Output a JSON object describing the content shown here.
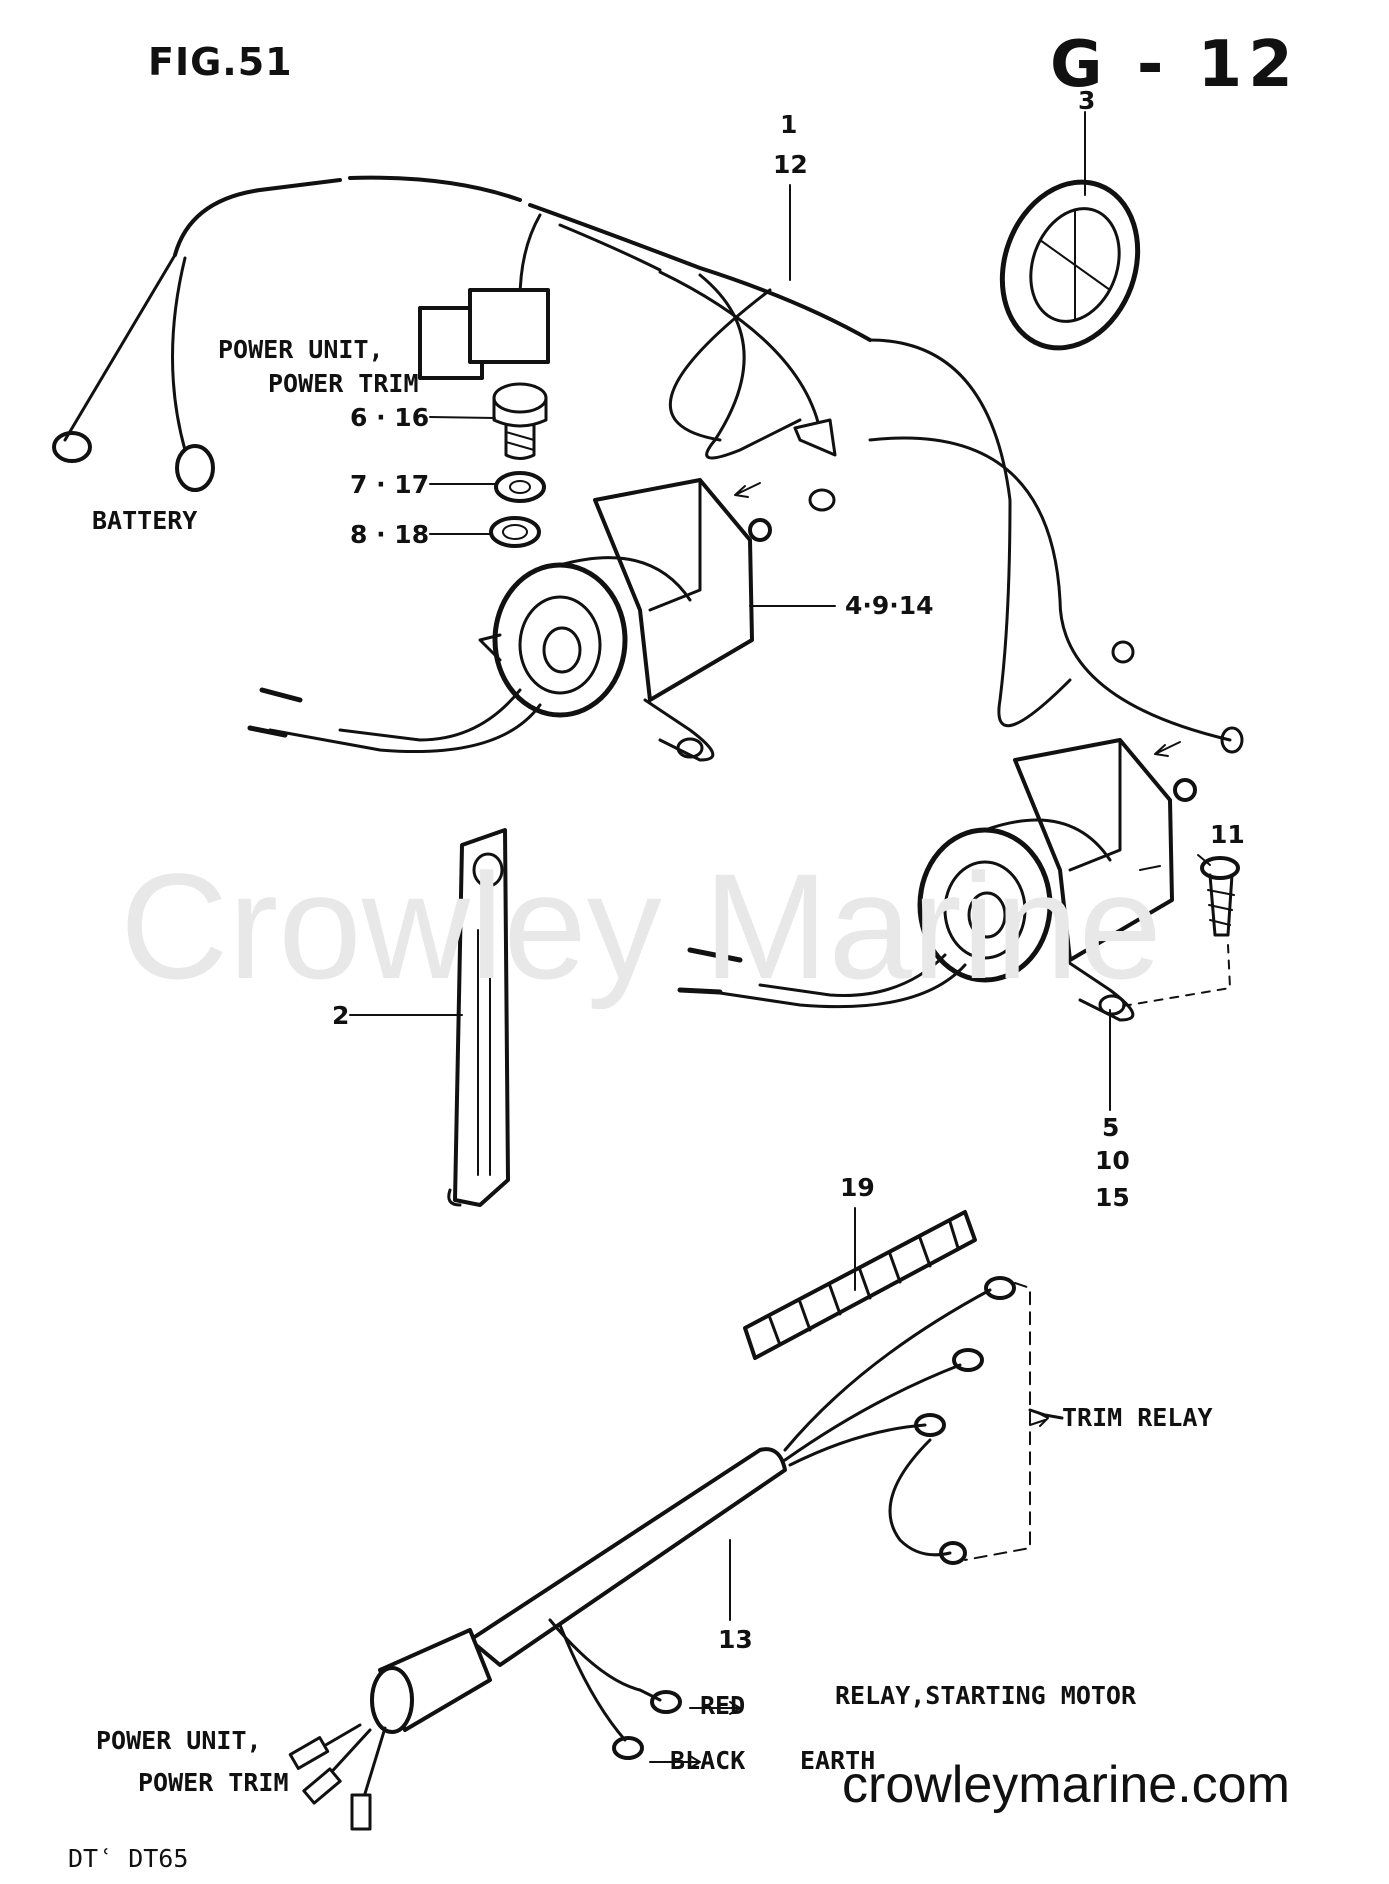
{
  "header": {
    "figure": "FIG.51",
    "page_code": "G - 12"
  },
  "labels": {
    "power_unit_top": [
      "POWER UNIT,",
      "POWER TRIM"
    ],
    "battery": "BATTERY",
    "trim_relay": "TRIM RELAY",
    "red": "RED",
    "red_dest": "RELAY,STARTING MOTOR",
    "black": "BLACK",
    "black_dest": "EARTH",
    "power_unit_bottom": [
      "POWER UNIT,",
      "POWER TRIM"
    ]
  },
  "callouts": {
    "c1": "1",
    "c12": "12",
    "c3": "3",
    "c6_16": "6 · 16",
    "c7_17": "7 · 17",
    "c8_18": "8 · 18",
    "c4_9_14": "4·9·14",
    "c11": "11",
    "c2": "2",
    "c5": "5",
    "c10": "10",
    "c15": "15",
    "c19": "19",
    "c13": "13"
  },
  "watermark": "Crowley Marine",
  "footer": {
    "site": "crowleymarine.com",
    "models": "DTʿ   DT65"
  }
}
